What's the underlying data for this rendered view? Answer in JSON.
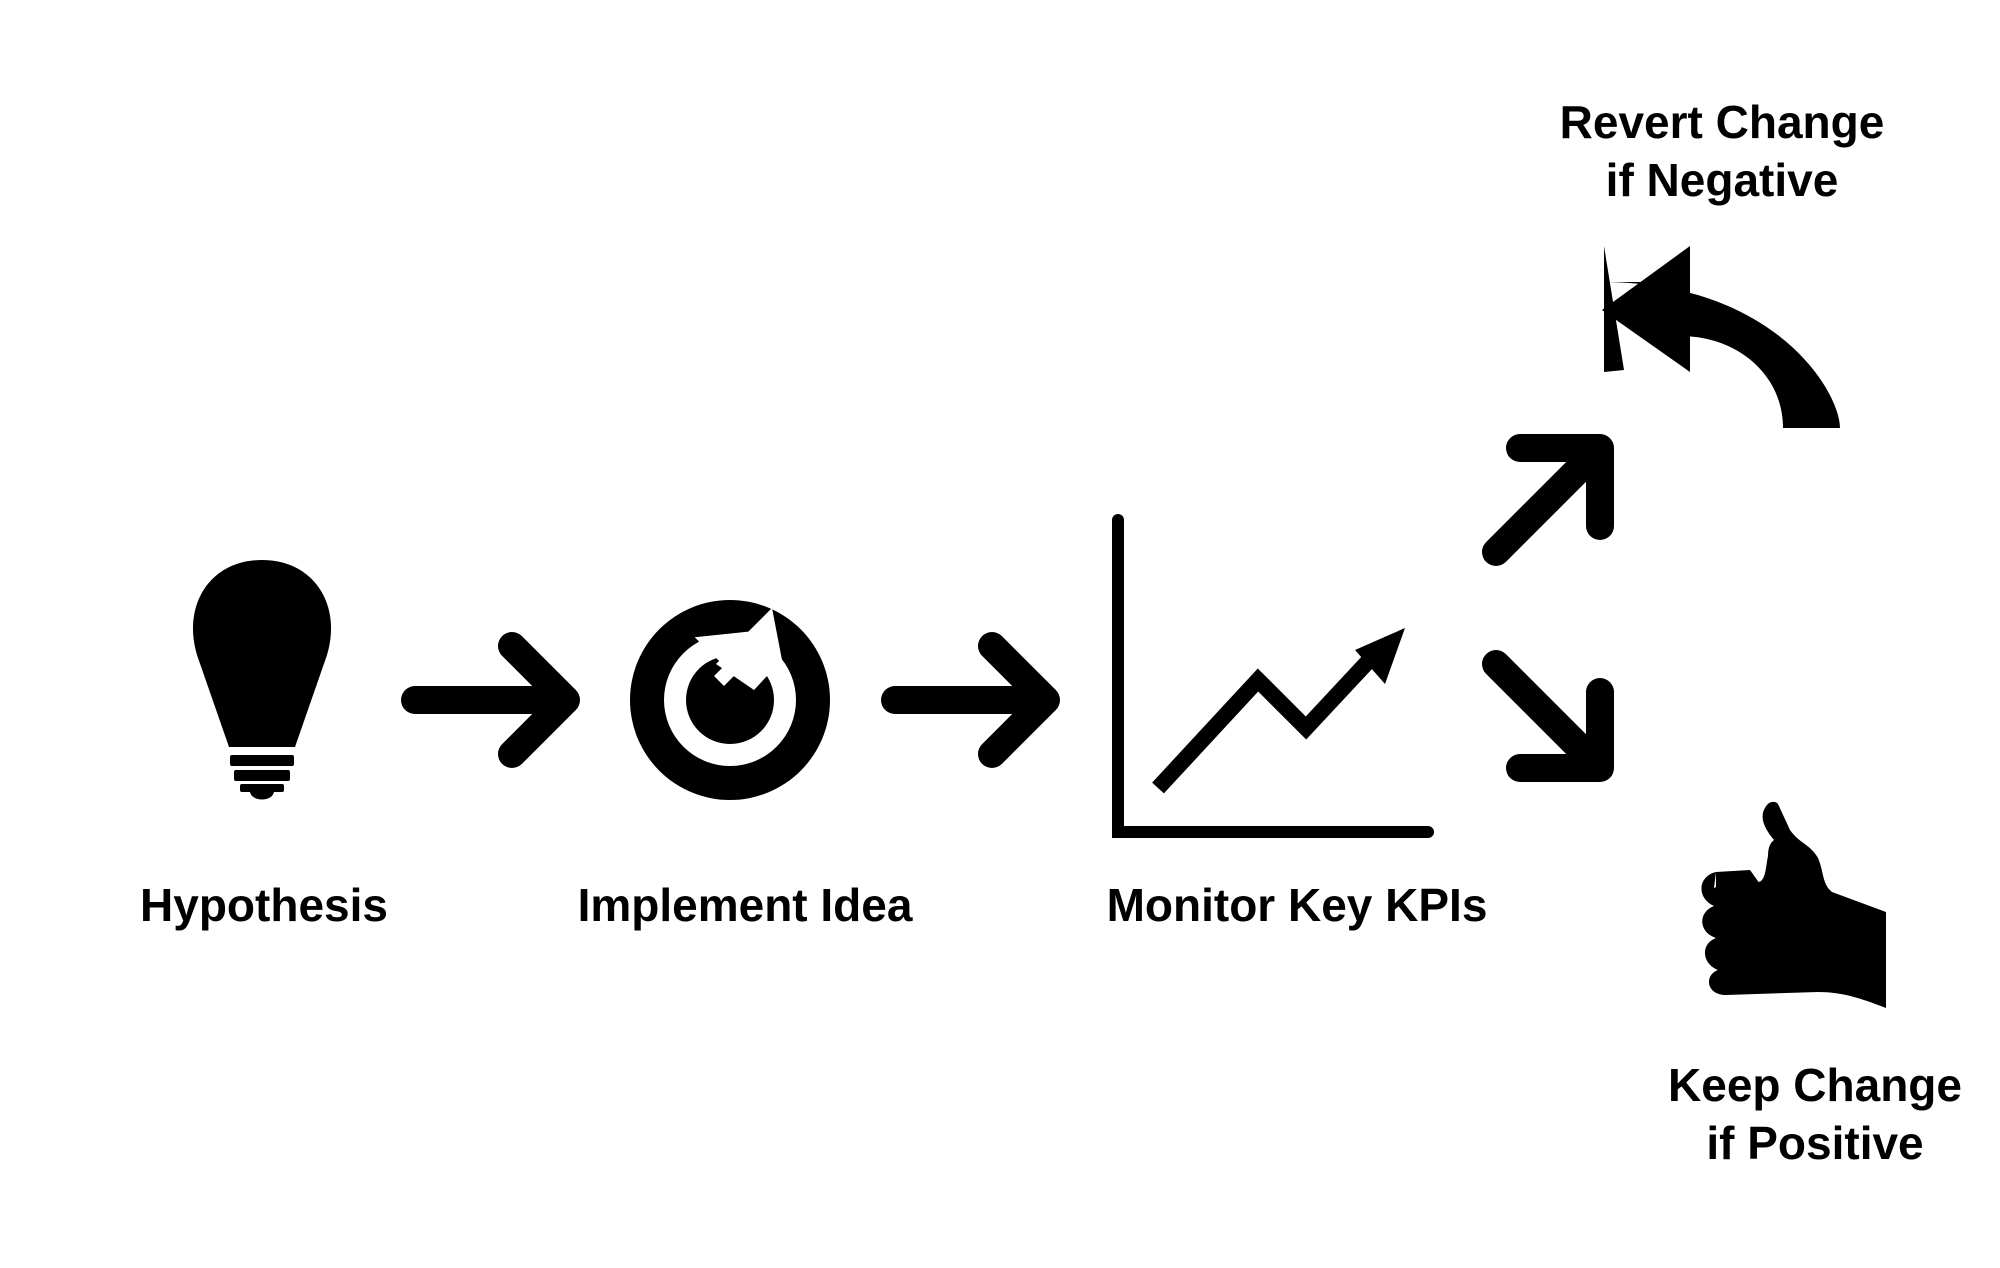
{
  "colors": {
    "ink": "#000000",
    "background": "#ffffff"
  },
  "steps": {
    "hypothesis": {
      "label": "Hypothesis",
      "icon": "lightbulb-icon"
    },
    "implement": {
      "label": "Implement Idea",
      "icon": "refresh-cycle-icon"
    },
    "monitor": {
      "label": "Monitor Key KPIs",
      "icon": "line-chart-icon"
    }
  },
  "outcomes": {
    "negative": {
      "line1": "Revert Change",
      "line2": "if Negative",
      "icon": "undo-arrow-icon"
    },
    "positive": {
      "line1": "Keep Change",
      "line2": "if Positive",
      "icon": "thumbs-up-icon"
    }
  },
  "connectors": [
    "arrow-right-icon",
    "arrow-right-icon",
    "arrow-up-right-icon",
    "arrow-down-right-icon"
  ]
}
